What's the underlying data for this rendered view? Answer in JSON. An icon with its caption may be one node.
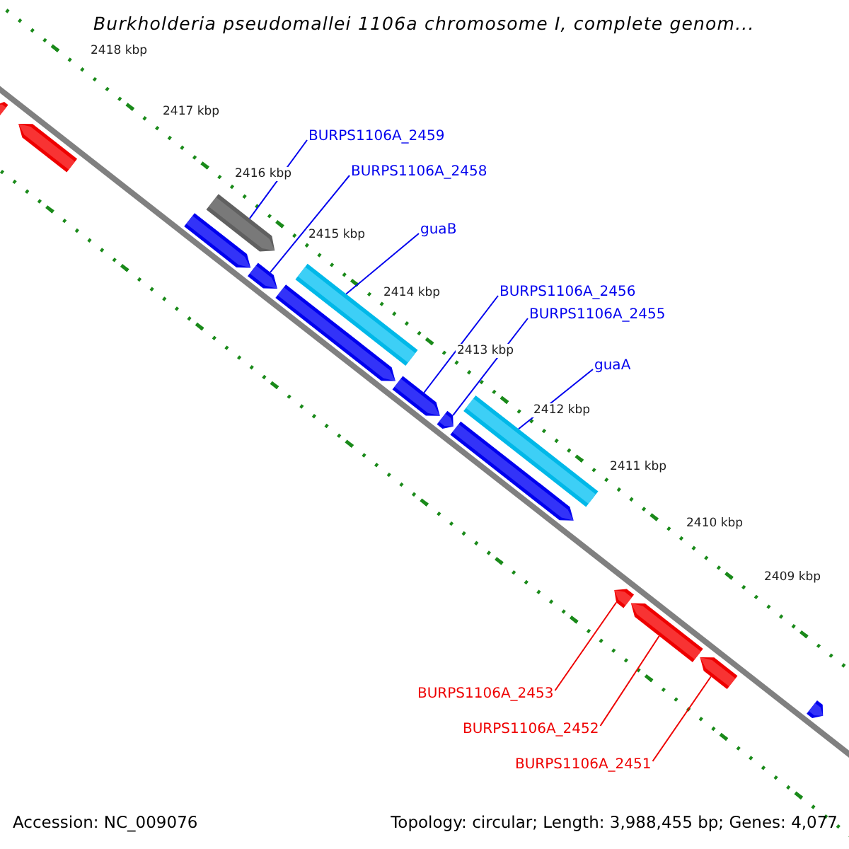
{
  "diagram": {
    "title": "Burkholderia pseudomallei 1106a chromosome I, complete genom...",
    "nodes": [
      {
        "text": [
          "BURPS1106A_2459"
        ]
      },
      {
        "text": [
          "BURPS1106A_2458"
        ]
      },
      {
        "text": [
          "guaB"
        ]
      },
      {
        "text": [
          "BURPS1106A_2456"
        ]
      },
      {
        "text": [
          "BURPS1106A_2455"
        ]
      },
      {
        "text": [
          "guaA"
        ]
      },
      {
        "text": [
          "BURPS1106A_2453"
        ]
      },
      {
        "text": [
          "BURPS1106A_2452"
        ]
      },
      {
        "text": [
          "BURPS1106A_2451"
        ]
      },
      {
        "text": [],
        "shape": "arrow"
      },
      {
        "text": [],
        "shape": "arrow"
      },
      {
        "text": [],
        "shape": "arrow"
      },
      {
        "text": [],
        "shape": "arrow"
      },
      {
        "text": [],
        "shape": "arrow"
      },
      {
        "text": [],
        "shape": "arrow"
      },
      {
        "text": [],
        "shape": "arrow"
      },
      {
        "text": [],
        "shape": "arrow"
      },
      {
        "text": [],
        "shape": "arrow"
      },
      {
        "text": [],
        "shape": "arrow"
      },
      {
        "text": [],
        "shape": "arrow"
      },
      {
        "text": [],
        "shape": "arrow"
      },
      {
        "text": [],
        "shape": "arrow"
      },
      {
        "text": [],
        "shape": "arrow"
      },
      {
        "text": [],
        "shape": "arrow"
      }
    ],
    "edges": [
      {
        "from": 0,
        "to": 12,
        "arrow": "none"
      },
      {
        "from": 1,
        "to": 13,
        "arrow": "none"
      },
      {
        "from": 2,
        "to": 14,
        "arrow": "none"
      },
      {
        "from": 3,
        "to": 16,
        "arrow": "none"
      },
      {
        "from": 4,
        "to": 17,
        "arrow": "none"
      },
      {
        "from": 5,
        "to": 18,
        "arrow": "none"
      },
      {
        "from": 6,
        "to": 20,
        "arrow": "none",
        "color": "#ee0000"
      },
      {
        "from": 7,
        "to": 21,
        "arrow": "none",
        "color": "#ee0000"
      },
      {
        "from": 8,
        "to": 22,
        "arrow": "none",
        "color": "#ee0000"
      }
    ],
    "labels": [
      "2418 kbp",
      "2417 kbp",
      "2416 kbp",
      "2415 kbp",
      "2414 kbp",
      "2413 kbp",
      "2412 kbp",
      "2411 kbp",
      "2410 kbp",
      "2409 kbp",
      "Accession: NC_009076",
      "Topology: circular; Length: 3,988,455 bp; Genes: 4,077"
    ]
  }
}
